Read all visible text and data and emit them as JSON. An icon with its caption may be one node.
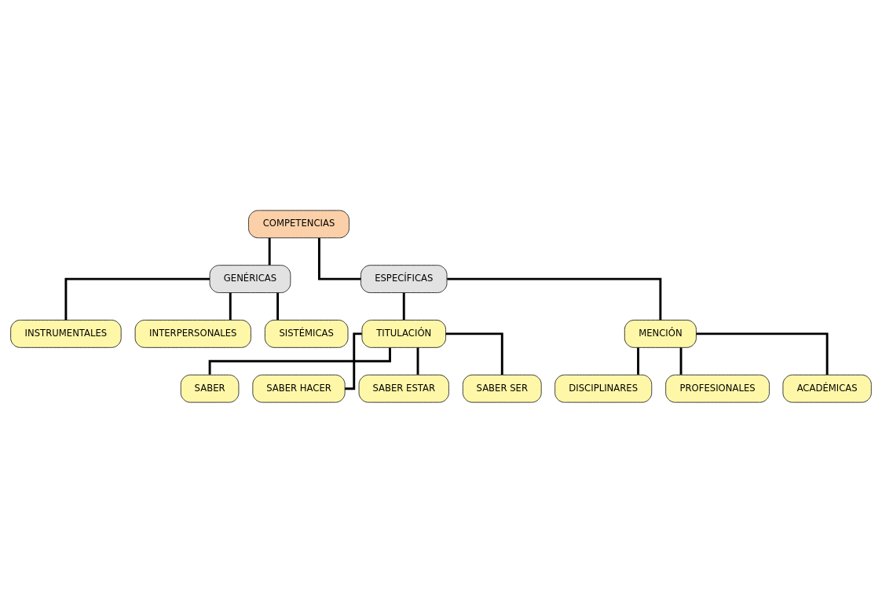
{
  "diagram": {
    "nodes": [
      {
        "text": [
          "COMPETENCIAS"
        ]
      },
      {
        "text": [
          "GENÉRICAS"
        ]
      },
      {
        "text": [
          "ESPECÍFICAS"
        ]
      },
      {
        "text": [
          "INSTRUMENTALES"
        ]
      },
      {
        "text": [
          "INTERPERSONALES"
        ]
      },
      {
        "text": [
          "SISTÉMICAS"
        ]
      },
      {
        "text": [
          "TITULACIÓN"
        ]
      },
      {
        "text": [
          "MENCIÓN"
        ]
      },
      {
        "text": [
          "SABER"
        ]
      },
      {
        "text": [
          "SABER HACER"
        ]
      },
      {
        "text": [
          "SABER ESTAR"
        ]
      },
      {
        "text": [
          "SABER SER"
        ]
      },
      {
        "text": [
          "DISCIPLINARES"
        ]
      },
      {
        "text": [
          "PROFESIONALES"
        ]
      },
      {
        "text": [
          "ACADÉMICAS"
        ]
      }
    ],
    "edges": [
      {
        "from": 0,
        "to": 1,
        "arrow": "none"
      },
      {
        "from": 0,
        "to": 2,
        "arrow": "none"
      },
      {
        "from": 1,
        "to": 3,
        "arrow": "none"
      },
      {
        "from": 1,
        "to": 4,
        "arrow": "none"
      },
      {
        "from": 1,
        "to": 5,
        "arrow": "none"
      },
      {
        "from": 2,
        "to": 6,
        "arrow": "none"
      },
      {
        "from": 2,
        "to": 7,
        "arrow": "none"
      },
      {
        "from": 6,
        "to": 8,
        "arrow": "none"
      },
      {
        "from": 6,
        "to": 9,
        "arrow": "none"
      },
      {
        "from": 6,
        "to": 10,
        "arrow": "none"
      },
      {
        "from": 6,
        "to": 11,
        "arrow": "none"
      },
      {
        "from": 7,
        "to": 12,
        "arrow": "none"
      },
      {
        "from": 7,
        "to": 13,
        "arrow": "none"
      },
      {
        "from": 7,
        "to": 14,
        "arrow": "none"
      }
    ]
  }
}
